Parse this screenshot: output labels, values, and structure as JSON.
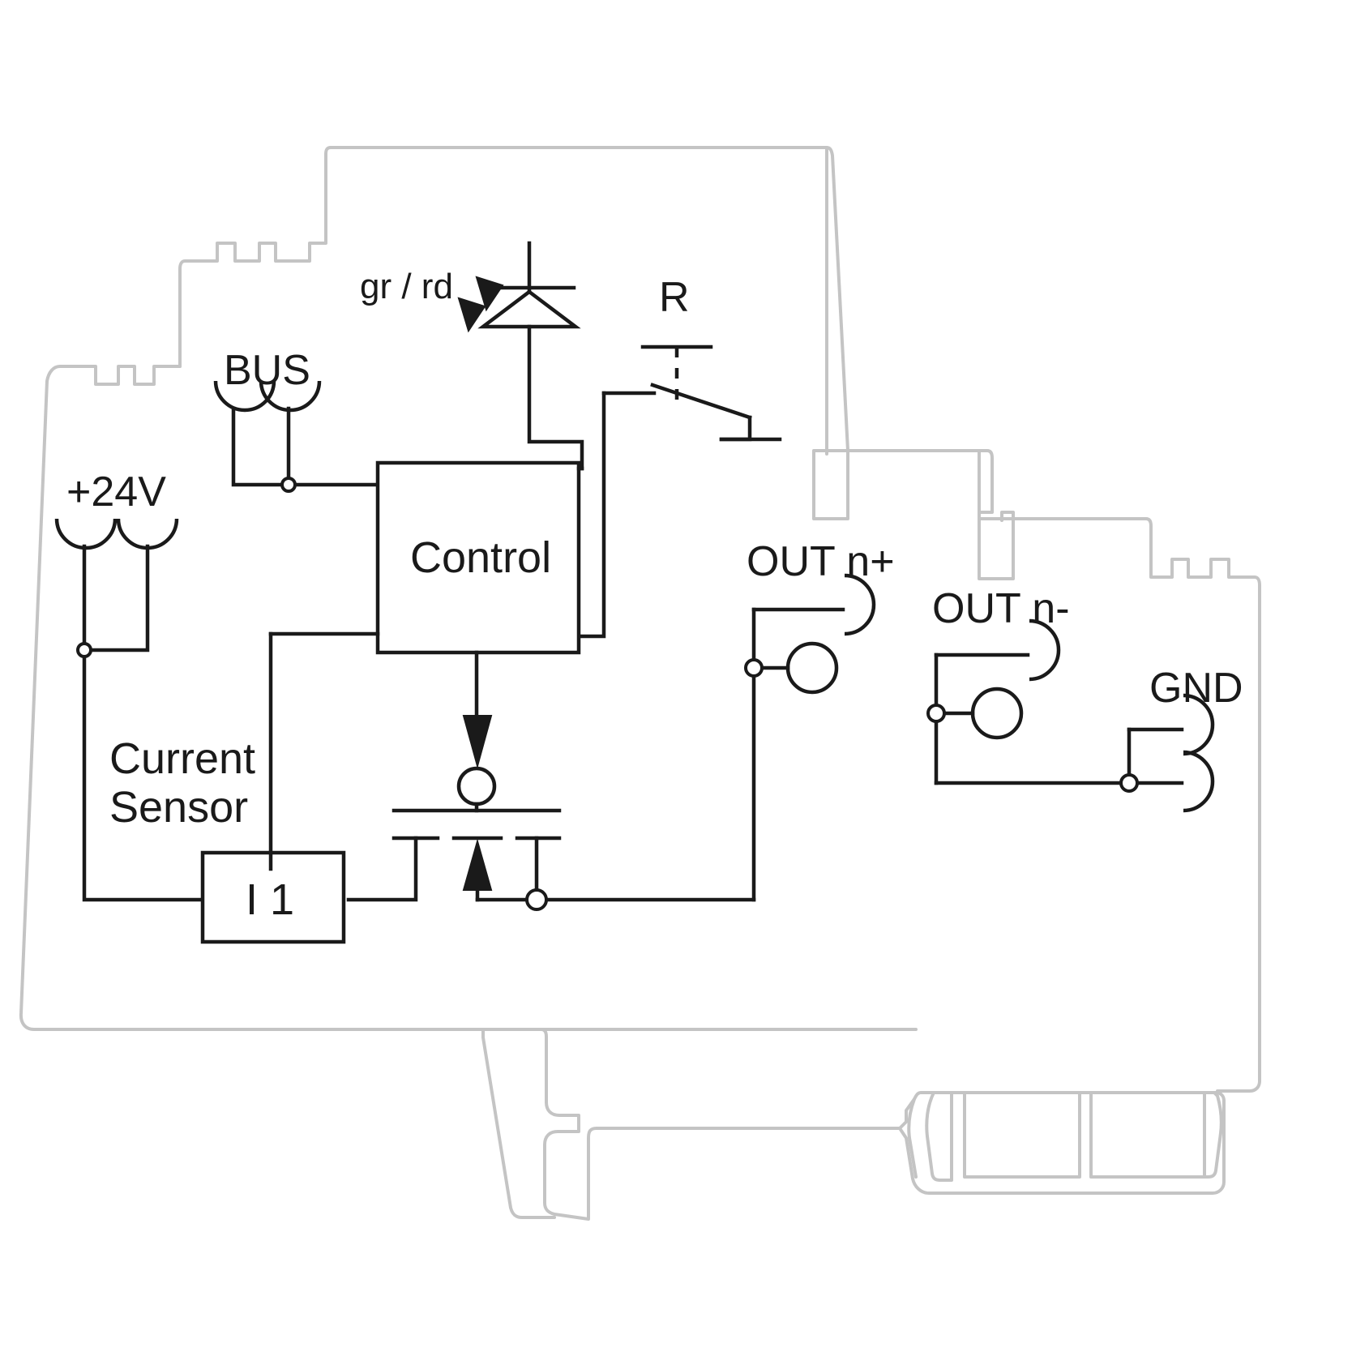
{
  "diagram": {
    "title": "Electronic circuit breaker block schematic",
    "colors": {
      "wire": "#1a1a1a",
      "housing_outline": "#c4c4c4",
      "background": "#ffffff"
    }
  },
  "labels": {
    "bus": "BUS",
    "supply": "+24V",
    "led": "gr  / rd",
    "reset": "R",
    "control": "Control",
    "current_sensor": "Current\nSensor",
    "current_sensor_line1": "Current",
    "current_sensor_line2": "Sensor",
    "channel": "I 1",
    "out_plus": "OUT n+",
    "out_minus": "OUT n-",
    "gnd": "GND"
  },
  "components": [
    {
      "id": "led",
      "kind": "led-indicator",
      "label": "gr  / rd",
      "note": "green / red status LED"
    },
    {
      "id": "reset-switch",
      "kind": "pushbutton-switch",
      "label": "R",
      "note": "reset pushbutton"
    },
    {
      "id": "control-block",
      "kind": "block",
      "label": "Control"
    },
    {
      "id": "current-sense-block",
      "kind": "block",
      "label": "I 1"
    },
    {
      "id": "mosfet",
      "kind": "mosfet",
      "label": ""
    }
  ],
  "terminals": [
    {
      "id": "bus",
      "label": "BUS",
      "count": 2
    },
    {
      "id": "supply",
      "label": "+24V",
      "count": 2
    },
    {
      "id": "out-n-plus",
      "label": "OUT n+",
      "count": 2
    },
    {
      "id": "out-n-minus",
      "label": "OUT n-",
      "count": 2
    },
    {
      "id": "gnd",
      "label": "GND",
      "count": 2
    }
  ]
}
